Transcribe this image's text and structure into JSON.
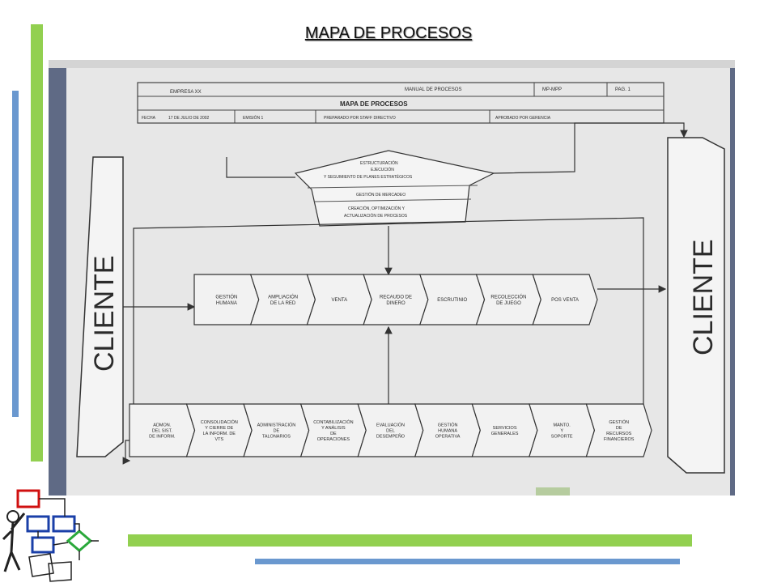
{
  "slide": {
    "title": "MAPA DE PROCESOS",
    "colors": {
      "green": "#92d050",
      "blue": "#6a98cf"
    }
  },
  "document": {
    "header": {
      "company": "EMPRESA XX",
      "manual": "MANUAL DE PROCESOS",
      "code": "MP-MPP",
      "page": "PAG. 1",
      "title": "MAPA DE PROCESOS",
      "date_label": "FECHA",
      "date_value": "17 DE JULIO DE 2002",
      "edition": "EMISIÓN 1",
      "prepared": "PREPARADO POR STAFF DIRECTIVO",
      "approved": "APROBADO POR GERENCIA"
    },
    "client_left": "CLIENTE",
    "client_right": "CLIENTE",
    "strategic": [
      "ESTRUCTURACIÓN",
      "EJECUCIÓN",
      "Y SEGUIMIENTO DE PLANES ESTRATÉGICOS",
      "GESTIÓN DE MERCADEO",
      "CREACIÓN, OPTIMIZACIÓN Y",
      "ACTUALIZACIÓN DE PROCESOS"
    ],
    "core_processes": [
      [
        "GESTIÓN",
        "HUMANA"
      ],
      [
        "AMPLIACIÓN",
        "DE LA RED"
      ],
      [
        "VENTA"
      ],
      [
        "RECAUDO DE",
        "DINERO"
      ],
      [
        "ESCRUTINIO"
      ],
      [
        "RECOLECCIÓN",
        "DE JUEGO"
      ],
      [
        "POS VENTA"
      ]
    ],
    "support_processes": [
      [
        "ADMON.",
        "DEL SIST.",
        "DE INFORM."
      ],
      [
        "CONSOLIDACIÓN",
        "Y CIERRE DE",
        "LA INFORM. DE",
        "VTS"
      ],
      [
        "ADMINISTRACIÓN",
        "DE",
        "TALONARIOS"
      ],
      [
        "CONTABILIZACIÓN",
        "Y ANÁLISIS",
        "DE",
        "OPERACIONES"
      ],
      [
        "EVALUACIÓN",
        "DEL",
        "DESEMPEÑO"
      ],
      [
        "GESTIÓN",
        "HUMANA",
        "OPERATIVA"
      ],
      [
        "SERVICIOS",
        "GENERALES"
      ],
      [
        "MANTO.",
        "Y",
        "SOPORTE"
      ],
      [
        "GESTIÓN",
        "DE",
        "RECURSOS",
        "FINANCIEROS"
      ]
    ]
  }
}
